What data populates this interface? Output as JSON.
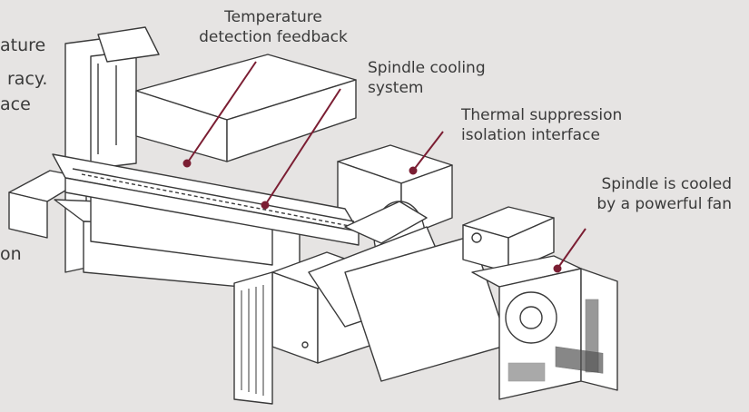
{
  "colors": {
    "background": "#e6e4e3",
    "leader_line": "#7b1e33",
    "outline": "#3a3a3a",
    "body_fill": "#ffffff"
  },
  "left_text_fragments": [
    "ature",
    "racy.",
    "ace",
    "on"
  ],
  "callouts": [
    {
      "id": "temperature-detection",
      "lines": [
        "Temperature",
        "detection feedback"
      ]
    },
    {
      "id": "spindle-cooling",
      "lines": [
        "Spindle cooling",
        "system"
      ]
    },
    {
      "id": "thermal-suppression",
      "lines": [
        "Thermal suppression",
        "isolation interface"
      ]
    },
    {
      "id": "fan-cooled",
      "lines": [
        "Spindle is cooled",
        "by a powerful fan"
      ]
    }
  ]
}
